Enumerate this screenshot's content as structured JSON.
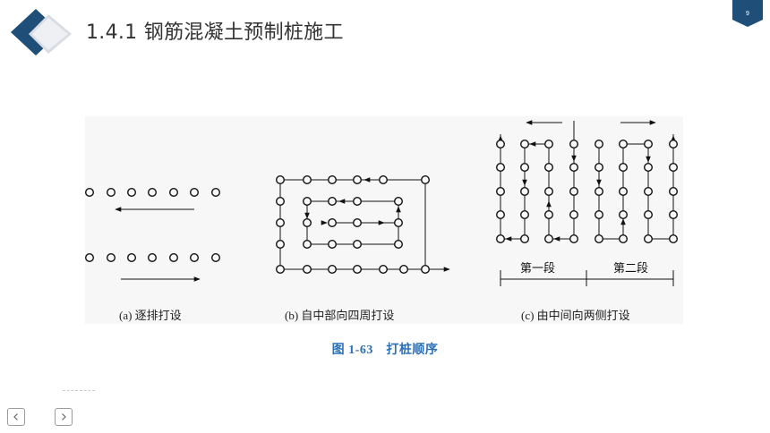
{
  "slide": {
    "title": "1.4.1  钢筋混凝土预制桩施工",
    "page_number": "9",
    "colors": {
      "accent": "#1f4e79",
      "accent_light": "#5a8cc2",
      "caption": "#2b6fb6"
    }
  },
  "figure": {
    "segment_labels": [
      "第一段",
      "第二段"
    ],
    "captions": [
      "(a) 逐排打设",
      "(b) 自中部向四周打设",
      "(c) 由中间向两侧打设"
    ],
    "figure_caption": "图 1-63　打桩顺序"
  },
  "nav": {
    "prev_icon": "chevron-left-icon",
    "next_icon": "chevron-right-icon"
  }
}
